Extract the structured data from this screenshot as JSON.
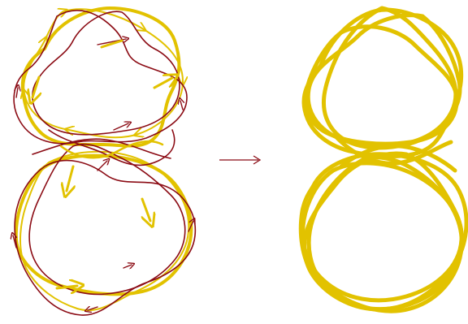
{
  "figure": {
    "description_none": "",
    "colors": {
      "gold": "#e2c200",
      "dark_red": "#8b0b14",
      "white": "#ffffff"
    },
    "left_panel": {
      "name": "knot-diagram-with-arrows",
      "loops": [
        {
          "name": "top-loop"
        },
        {
          "name": "bottom-loop"
        }
      ]
    },
    "arrow": {
      "name": "transformation-arrow",
      "glyph": "→"
    },
    "right_panel": {
      "name": "knot-result-gold",
      "loops": [
        {
          "name": "top-loop"
        },
        {
          "name": "bottom-loop"
        }
      ]
    }
  }
}
